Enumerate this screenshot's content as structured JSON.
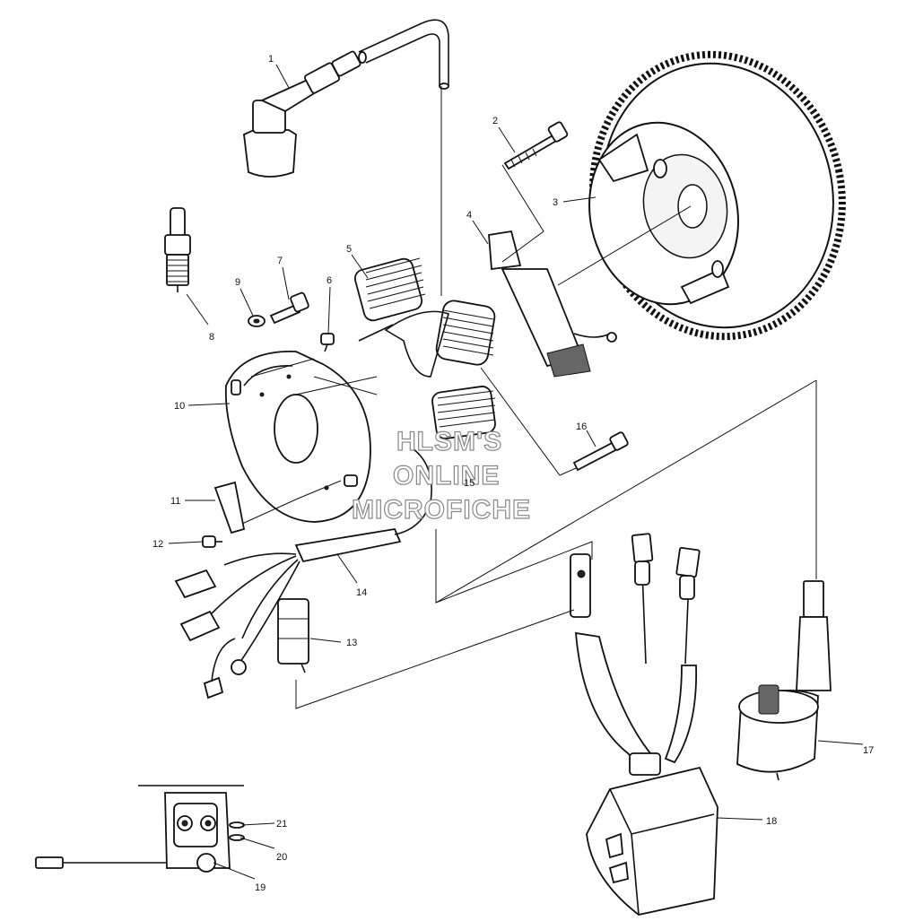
{
  "watermark": {
    "line1": "HLSM'S",
    "line2": "ONLINE",
    "line3": "MICROFICHE"
  },
  "callouts": [
    {
      "id": "1",
      "label": "1"
    },
    {
      "id": "2",
      "label": "2"
    },
    {
      "id": "3",
      "label": "3"
    },
    {
      "id": "4",
      "label": "4"
    },
    {
      "id": "5",
      "label": "5"
    },
    {
      "id": "6",
      "label": "6"
    },
    {
      "id": "7",
      "label": "7"
    },
    {
      "id": "8",
      "label": "8"
    },
    {
      "id": "9",
      "label": "9"
    },
    {
      "id": "10",
      "label": "10"
    },
    {
      "id": "11",
      "label": "11"
    },
    {
      "id": "12",
      "label": "12"
    },
    {
      "id": "13",
      "label": "13"
    },
    {
      "id": "14",
      "label": "14"
    },
    {
      "id": "15",
      "label": "15"
    },
    {
      "id": "16",
      "label": "16"
    },
    {
      "id": "17",
      "label": "17"
    },
    {
      "id": "18",
      "label": "18"
    },
    {
      "id": "19",
      "label": "19"
    },
    {
      "id": "20",
      "label": "20"
    },
    {
      "id": "21",
      "label": "21"
    }
  ]
}
